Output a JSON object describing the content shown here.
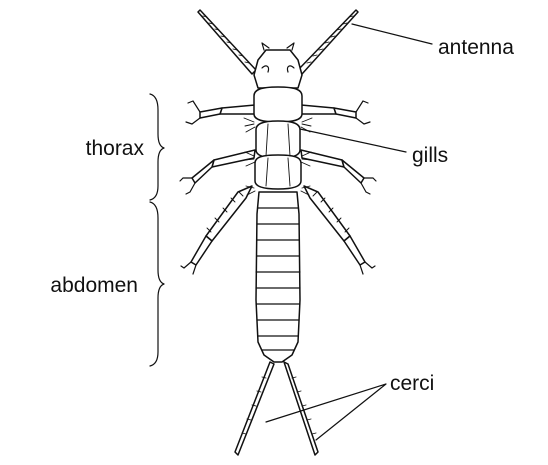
{
  "labels": {
    "antenna": "antenna",
    "thorax": "thorax",
    "gills": "gills",
    "abdomen": "abdomen",
    "cerci": "cerci"
  }
}
